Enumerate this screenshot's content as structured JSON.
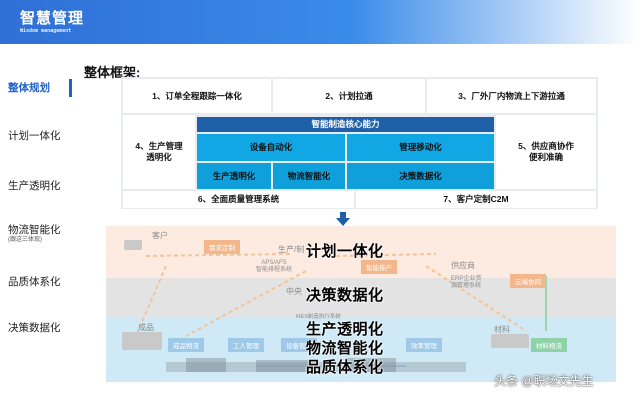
{
  "header": {
    "title": "智慧管理",
    "subtitle": "Wisdom management"
  },
  "sidebar": {
    "items": [
      {
        "label": "整体规划",
        "active": true
      },
      {
        "label": "计划一体化"
      },
      {
        "label": "生产透明化"
      },
      {
        "label": "物流智能化",
        "sub": "(跟这三体现)"
      },
      {
        "label": "品质体系化"
      },
      {
        "label": "决策数据化"
      }
    ]
  },
  "main": {
    "section_title": "整体框架:",
    "framework": {
      "row1": [
        "1、订单全程跟踪一体化",
        "2、计划拉通",
        "3、厂外厂内物流上下游拉通"
      ],
      "left": "4、生产管理\n透明化",
      "right": "5、供应商协作\n便利准确",
      "core": "智能制造核心能力",
      "equipment": "设备自动化",
      "management": "管理移动化",
      "production": "生产透明化",
      "logistics": "物流智能化",
      "decision": "决策数据化",
      "row_bottom": [
        "6、全面质量管理系统",
        "7、客户定制C2M"
      ]
    },
    "diagram": {
      "nodes": {
        "customer": "客户",
        "production": "生产/制",
        "supplier": "供应商",
        "center": "中央",
        "finished": "成品",
        "material": "材料"
      },
      "tags": {
        "demand": "需求定制",
        "aps": "APS/AFS\n智能排程系统",
        "schedule": "智能排产",
        "erp": "ERP企业资\n源管理系统",
        "cloud": "云端协同",
        "mes": "MES制造执行系统",
        "finished_logistics": "成品物流",
        "labor": "工人管理",
        "equipment_mgmt": "设备管理",
        "efficiency": "效率管理",
        "material_logistics": "材料物流"
      },
      "overlay": {
        "plan": "计划一体化",
        "decision": "决策数据化",
        "production": "生产透明化",
        "logistics": "物流智能化",
        "quality": "品质体系化"
      }
    }
  },
  "watermark": "头条 @职场文先生",
  "colors": {
    "header_blue": "#2f6fd6",
    "core_dark": "#1f5fa8",
    "cyan": "#10a7e4",
    "active": "#1f63c9"
  }
}
